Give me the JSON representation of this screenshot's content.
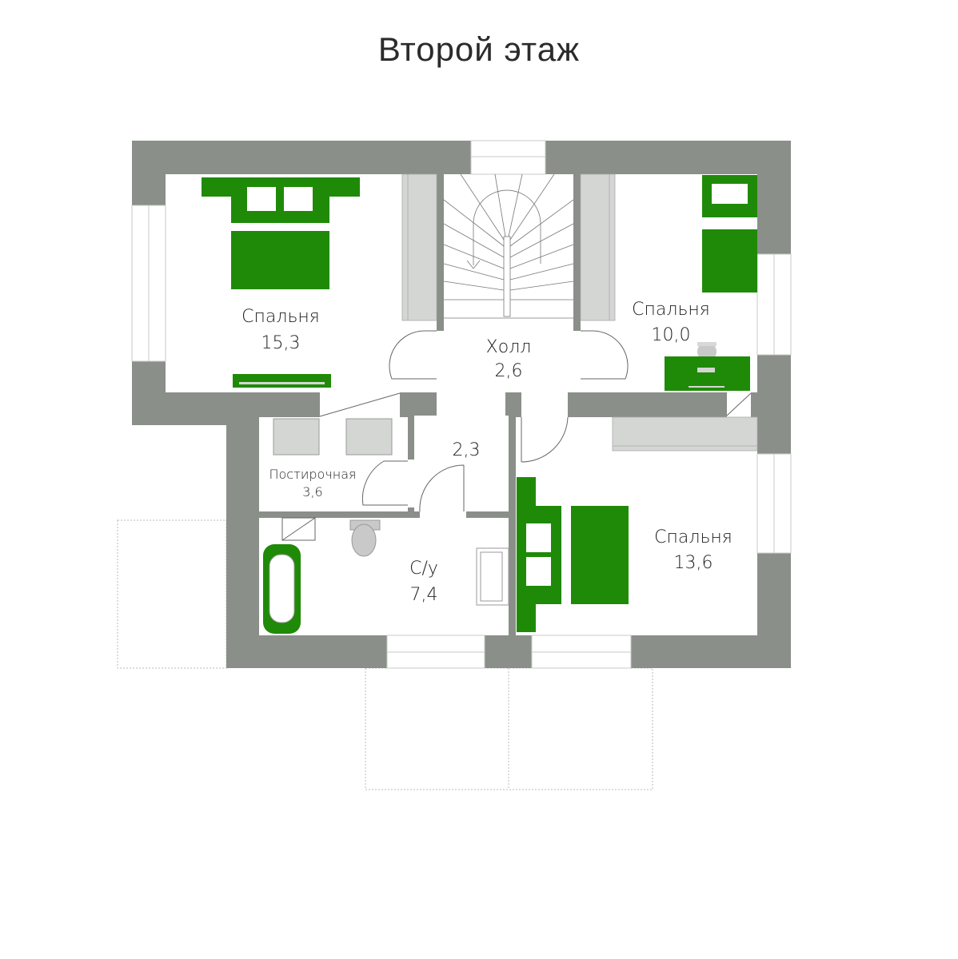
{
  "title": "Второй этаж",
  "colors": {
    "wall": "#8a8f89",
    "furniture": "#1f8a07",
    "fixture": "#d4d6d4"
  },
  "rooms": [
    {
      "name": "Спальня",
      "area": "15,3"
    },
    {
      "name": "Холл",
      "area": "2,6"
    },
    {
      "name": "Спальня",
      "area": "10,0"
    },
    {
      "name": "",
      "area": "2,3"
    },
    {
      "name": "Постирочная",
      "area": "3,6"
    },
    {
      "name": "С/у",
      "area": "7,4"
    },
    {
      "name": "Спальня",
      "area": "13,6"
    }
  ]
}
